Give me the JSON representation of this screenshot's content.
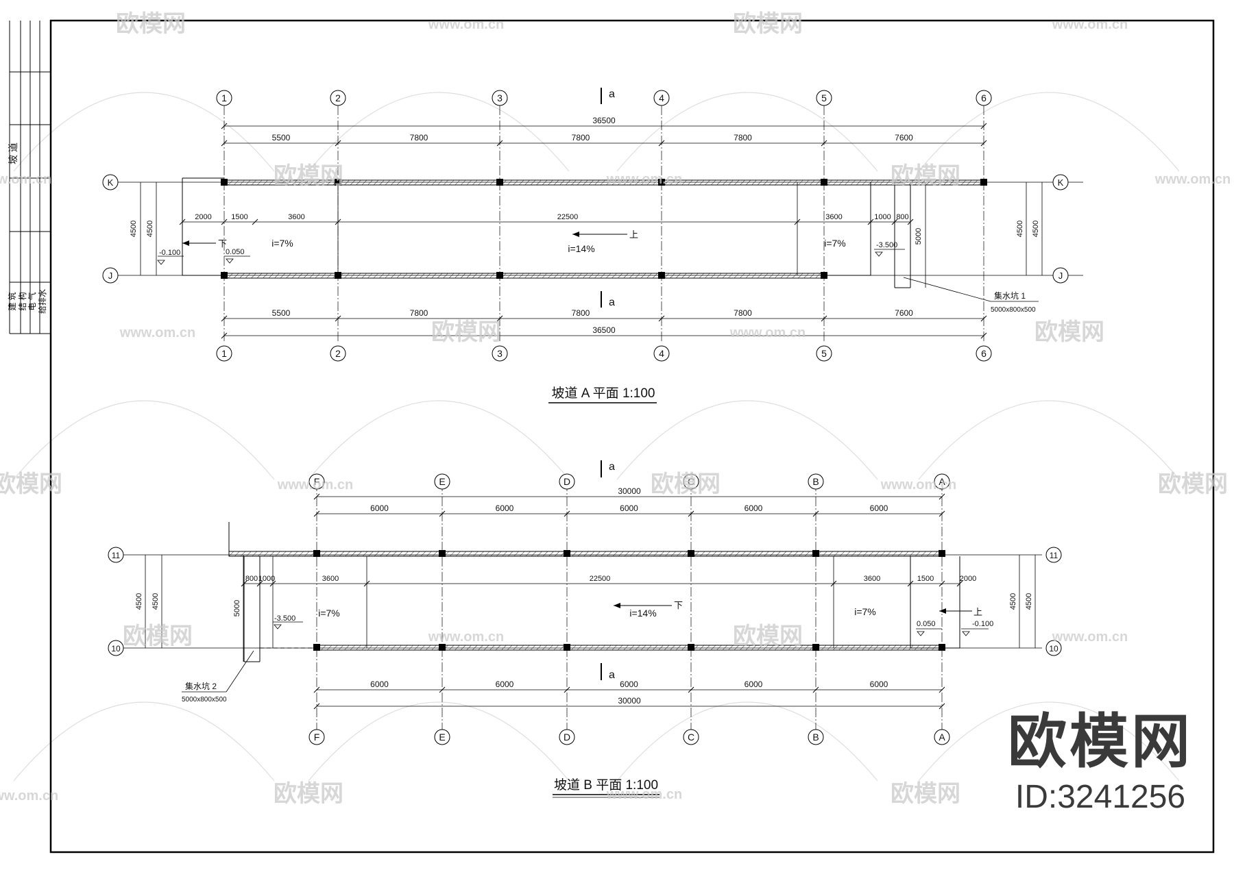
{
  "watermark": {
    "brand": "欧模网",
    "site": "www.om.cn",
    "id_label": "ID:3241256"
  },
  "title_block": {
    "project": "坡 道",
    "specialties": [
      "建 筑",
      "结 构",
      "电 气",
      "给排水"
    ]
  },
  "plan_a": {
    "title": "坡道 A 平面 1:100",
    "columns": [
      "1",
      "2",
      "3",
      "4",
      "5",
      "6"
    ],
    "rows": [
      "K",
      "J"
    ],
    "spans_top": [
      "5500",
      "7800",
      "7800",
      "7800",
      "7600"
    ],
    "total_top": "36500",
    "spans_bottom": [
      "5500",
      "7800",
      "7800",
      "7800",
      "7600"
    ],
    "total_bottom": "36500",
    "segments": [
      "2000",
      "1500",
      "3600",
      "22500",
      "3600",
      "1000",
      "800"
    ],
    "side_dims": [
      "4500",
      "4500",
      "5000"
    ],
    "slopes": [
      "i=7%",
      "i=14%",
      "i=7%"
    ],
    "elevations": [
      "-0.100",
      "0.050",
      "-3.500"
    ],
    "directions": [
      "下",
      "上"
    ],
    "section": "a",
    "sump": {
      "name": "集水坑 1",
      "size": "5000x800x500"
    }
  },
  "plan_b": {
    "title": "坡道 B 平面 1:100",
    "columns": [
      "F",
      "E",
      "D",
      "C",
      "B",
      "A"
    ],
    "rows": [
      "11",
      "10"
    ],
    "spans_top": [
      "6000",
      "6000",
      "6000",
      "6000",
      "6000"
    ],
    "total_top": "30000",
    "spans_bottom": [
      "6000",
      "6000",
      "6000",
      "6000",
      "6000"
    ],
    "total_bottom": "30000",
    "segments": [
      "800",
      "1000",
      "3600",
      "22500",
      "3600",
      "1500",
      "2000"
    ],
    "side_dims": [
      "4500",
      "4500",
      "5000"
    ],
    "slopes": [
      "i=7%",
      "i=14%",
      "i=7%"
    ],
    "elevations": [
      "-3.500",
      "0.050",
      "-0.100"
    ],
    "directions": [
      "下",
      "上"
    ],
    "section": "a",
    "sump": {
      "name": "集水坑 2",
      "size": "5000x800x500"
    }
  }
}
